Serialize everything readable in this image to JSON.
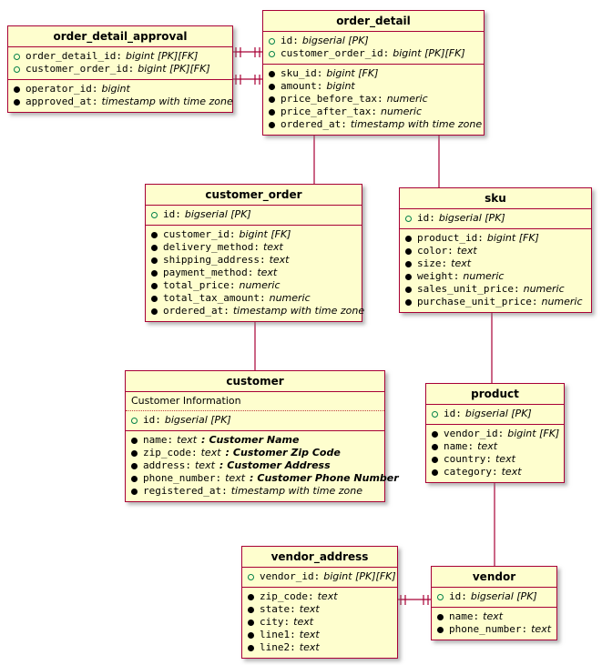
{
  "diagram": {
    "punct": {
      "colon": ":"
    },
    "colors": {
      "fill": "#FEFECE",
      "border": "#A80036",
      "key_icon": "#038048",
      "field_icon": "#000000"
    },
    "tables": [
      {
        "id": "order_detail_approval",
        "title": "order_detail_approval",
        "keys": [
          {
            "name": "order_detail_id",
            "type": "bigint [PK][FK]"
          },
          {
            "name": "customer_order_id",
            "type": "bigint [PK][FK]"
          }
        ],
        "fields": [
          {
            "name": "operator_id",
            "type": "bigint"
          },
          {
            "name": "approved_at",
            "type": "timestamp with time zone"
          }
        ]
      },
      {
        "id": "order_detail",
        "title": "order_detail",
        "keys": [
          {
            "name": "id",
            "type": "bigserial [PK]"
          },
          {
            "name": "customer_order_id",
            "type": "bigint [PK][FK]"
          }
        ],
        "fields": [
          {
            "name": "sku_id",
            "type": "bigint [FK]"
          },
          {
            "name": "amount",
            "type": "bigint"
          },
          {
            "name": "price_before_tax",
            "type": "numeric"
          },
          {
            "name": "price_after_tax",
            "type": "numeric"
          },
          {
            "name": "ordered_at",
            "type": "timestamp with time zone"
          }
        ]
      },
      {
        "id": "customer_order",
        "title": "customer_order",
        "keys": [
          {
            "name": "id",
            "type": "bigserial [PK]"
          }
        ],
        "fields": [
          {
            "name": "customer_id",
            "type": "bigint [FK]"
          },
          {
            "name": "delivery_method",
            "type": "text"
          },
          {
            "name": "shipping_address",
            "type": "text"
          },
          {
            "name": "payment_method",
            "type": "text"
          },
          {
            "name": "total_price",
            "type": "numeric"
          },
          {
            "name": "total_tax_amount",
            "type": "numeric"
          },
          {
            "name": "ordered_at",
            "type": "timestamp with time zone"
          }
        ]
      },
      {
        "id": "sku",
        "title": "sku",
        "keys": [
          {
            "name": "id",
            "type": "bigserial [PK]"
          }
        ],
        "fields": [
          {
            "name": "product_id",
            "type": "bigint [FK]"
          },
          {
            "name": "color",
            "type": "text"
          },
          {
            "name": "size",
            "type": "text"
          },
          {
            "name": "weight",
            "type": "numeric"
          },
          {
            "name": "sales_unit_price",
            "type": "numeric"
          },
          {
            "name": "purchase_unit_price",
            "type": "numeric"
          }
        ]
      },
      {
        "id": "customer",
        "title": "customer",
        "description": "Customer Information",
        "keys": [
          {
            "name": "id",
            "type": "bigserial [PK]"
          }
        ],
        "fields": [
          {
            "name": "name",
            "type": "text",
            "comment": "Customer Name"
          },
          {
            "name": "zip_code",
            "type": "text",
            "comment": "Customer Zip Code"
          },
          {
            "name": "address",
            "type": "text",
            "comment": "Customer Address"
          },
          {
            "name": "phone_number",
            "type": "text",
            "comment": "Customer Phone Number"
          },
          {
            "name": "registered_at",
            "type": "timestamp with time zone"
          }
        ]
      },
      {
        "id": "product",
        "title": "product",
        "keys": [
          {
            "name": "id",
            "type": "bigserial [PK]"
          }
        ],
        "fields": [
          {
            "name": "vendor_id",
            "type": "bigint [FK]"
          },
          {
            "name": "name",
            "type": "text"
          },
          {
            "name": "country",
            "type": "text"
          },
          {
            "name": "category",
            "type": "text"
          }
        ]
      },
      {
        "id": "vendor_address",
        "title": "vendor_address",
        "keys": [
          {
            "name": "vendor_id",
            "type": "bigint [PK][FK]"
          }
        ],
        "fields": [
          {
            "name": "zip_code",
            "type": "text"
          },
          {
            "name": "state",
            "type": "text"
          },
          {
            "name": "city",
            "type": "text"
          },
          {
            "name": "line1",
            "type": "text"
          },
          {
            "name": "line2",
            "type": "text"
          }
        ]
      },
      {
        "id": "vendor",
        "title": "vendor",
        "keys": [
          {
            "name": "id",
            "type": "bigserial [PK]"
          }
        ],
        "fields": [
          {
            "name": "name",
            "type": "text"
          },
          {
            "name": "phone_number",
            "type": "text"
          }
        ]
      }
    ],
    "relations": [
      {
        "from": "order_detail_approval",
        "to": "order_detail",
        "cardinality": "one-and-only-one to one-and-only-one"
      },
      {
        "from": "order_detail",
        "to": "customer_order",
        "cardinality": "many to one"
      },
      {
        "from": "order_detail",
        "to": "sku",
        "cardinality": "many to one"
      },
      {
        "from": "customer_order",
        "to": "customer",
        "cardinality": "many to one"
      },
      {
        "from": "sku",
        "to": "product",
        "cardinality": "many to one"
      },
      {
        "from": "product",
        "to": "vendor",
        "cardinality": "many to one"
      },
      {
        "from": "vendor_address",
        "to": "vendor",
        "cardinality": "one-and-only-one to one-and-only-one"
      }
    ]
  }
}
